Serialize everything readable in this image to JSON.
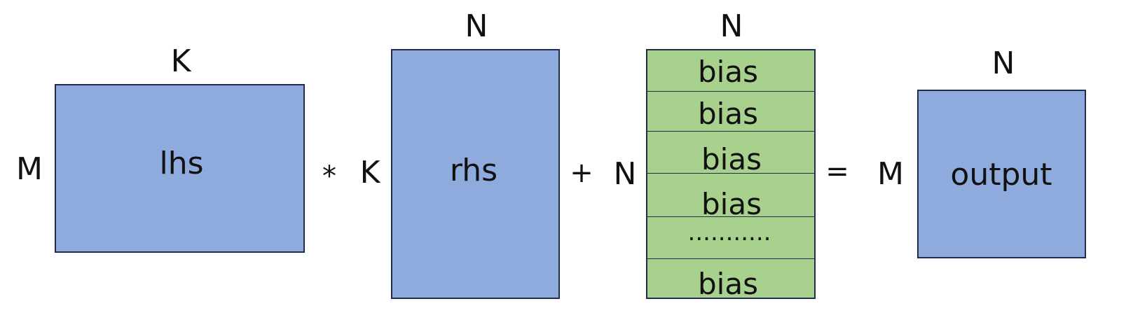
{
  "lhs": {
    "label": "lhs",
    "rows_label": "M",
    "cols_label": "K"
  },
  "multiply_symbol": "*",
  "rhs": {
    "label": "rhs",
    "rows_label": "K",
    "cols_label": "N"
  },
  "plus_symbol": "+",
  "bias": {
    "rows_label": "N",
    "cols_label": "N",
    "rows": [
      "bias",
      "bias",
      "bias",
      "bias",
      "...........",
      "bias"
    ]
  },
  "equals_symbol": "=",
  "output": {
    "label": "output",
    "rows_label": "M",
    "cols_label": "N"
  },
  "colors": {
    "matrix_fill": "#8faadc",
    "bias_fill": "#a9d18e",
    "border": "#1f2d4e"
  }
}
